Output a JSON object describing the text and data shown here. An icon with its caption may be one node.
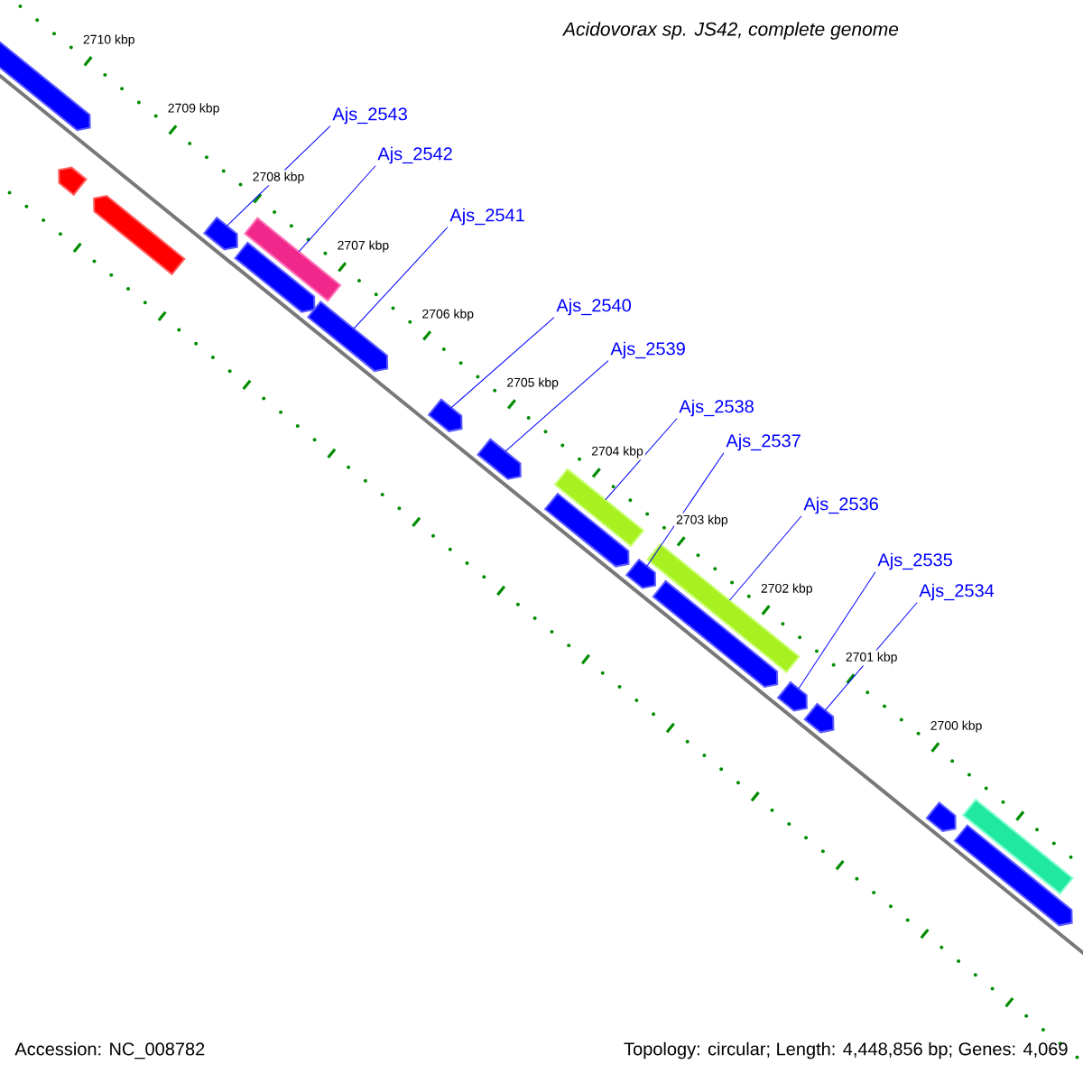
{
  "diagram": {
    "title": "Acidovorax sp. JS42, complete genome",
    "nodes": [
      {
        "text": [
          "Ajs_2543"
        ]
      },
      {
        "text": [
          "Ajs_2542"
        ]
      },
      {
        "text": [
          "Ajs_2541"
        ]
      },
      {
        "text": [
          "Ajs_2540"
        ]
      },
      {
        "text": [
          "Ajs_2539"
        ]
      },
      {
        "text": [
          "Ajs_2538"
        ]
      },
      {
        "text": [
          "Ajs_2537"
        ]
      },
      {
        "text": [
          "Ajs_2536"
        ]
      },
      {
        "text": [
          "Ajs_2535"
        ]
      },
      {
        "text": [
          "Ajs_2534"
        ]
      },
      {
        "text": [],
        "shape": "arrow"
      },
      {
        "text": [],
        "shape": "arrow"
      },
      {
        "text": [],
        "shape": "arrow"
      },
      {
        "text": [],
        "shape": "arrow"
      },
      {
        "text": [],
        "shape": "bar"
      },
      {
        "text": [],
        "shape": "arrow"
      },
      {
        "text": [],
        "shape": "arrow"
      },
      {
        "text": [],
        "shape": "arrow"
      },
      {
        "text": [],
        "shape": "arrow"
      },
      {
        "text": [],
        "shape": "bar"
      },
      {
        "text": [],
        "shape": "arrow"
      },
      {
        "text": [],
        "shape": "arrow"
      },
      {
        "text": [],
        "shape": "bar"
      },
      {
        "text": [],
        "shape": "arrow"
      },
      {
        "text": [],
        "shape": "arrow"
      },
      {
        "text": [],
        "shape": "arrow"
      },
      {
        "text": [],
        "shape": "arrow"
      },
      {
        "text": [],
        "shape": "bar"
      },
      {
        "text": [],
        "shape": "arrow"
      }
    ],
    "edges": [
      {
        "from": 0,
        "to": 13,
        "arrow": "none"
      },
      {
        "from": 1,
        "to": 14,
        "arrow": "none"
      },
      {
        "from": 2,
        "to": 16,
        "arrow": "none"
      },
      {
        "from": 3,
        "to": 17,
        "arrow": "none"
      },
      {
        "from": 4,
        "to": 18,
        "arrow": "none"
      },
      {
        "from": 5,
        "to": 19,
        "arrow": "none"
      },
      {
        "from": 6,
        "to": 21,
        "arrow": "none"
      },
      {
        "from": 7,
        "to": 22,
        "arrow": "none"
      },
      {
        "from": 8,
        "to": 24,
        "arrow": "none"
      },
      {
        "from": 9,
        "to": 25,
        "arrow": "none"
      }
    ],
    "labels": [
      "2710 kbp",
      "2709 kbp",
      "2708 kbp",
      "2707 kbp",
      "2706 kbp",
      "2705 kbp",
      "2704 kbp",
      "2703 kbp",
      "2702 kbp",
      "2701 kbp",
      "2700 kbp",
      "Accession: NC_008782",
      "Topology: circular; Length: 4,448,856 bp; Genes: 4,069"
    ]
  }
}
